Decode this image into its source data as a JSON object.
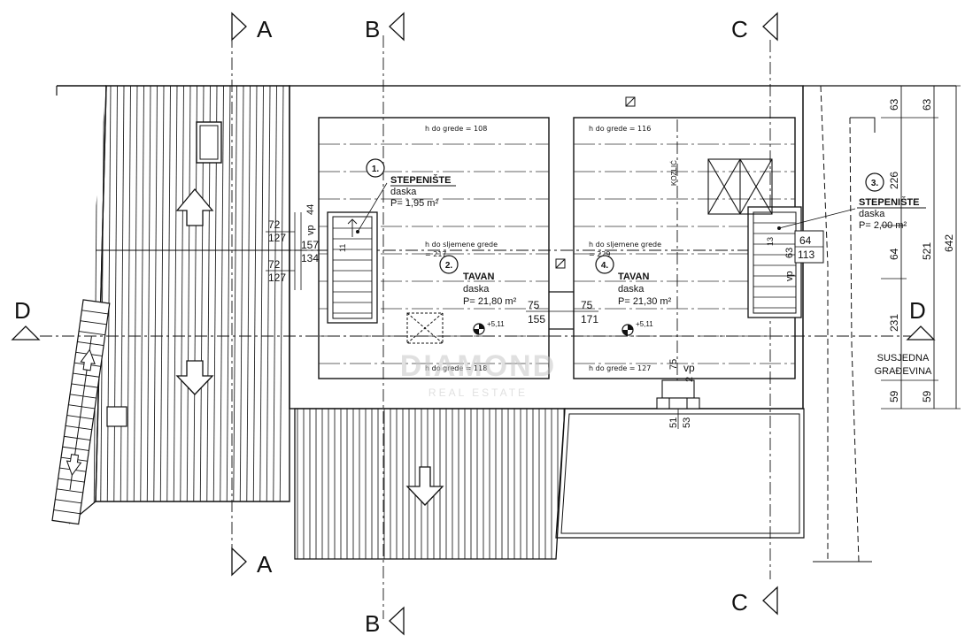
{
  "sections": {
    "a": "A",
    "b": "B",
    "c": "C",
    "d": "D"
  },
  "rooms": [
    {
      "number": "1.",
      "name": "STEPENIŠTE",
      "floor": "daska",
      "area": "P= 1,95 m²"
    },
    {
      "number": "2.",
      "name": "TAVAN",
      "floor": "daska",
      "area": "P= 21,80 m²"
    },
    {
      "number": "3.",
      "name": "STEPENIŠTE",
      "floor": "daska",
      "area": "P= 2,00 m²"
    },
    {
      "number": "4.",
      "name": "TAVAN",
      "floor": "daska",
      "area": "P= 21,30 m²"
    }
  ],
  "beam_heights": {
    "left_top": "h  do grede  =  108",
    "right_top": "h  do grede  =  116",
    "left_ridge_1": "h  do sljemene grede",
    "left_ridge_2": "=  217",
    "right_ridge_1": "h  do sljemene grede",
    "right_ridge_2": "=  229",
    "left_bottom": "h  do grede  =  118",
    "right_bottom": "h  do grede  =  127"
  },
  "levels": {
    "left": "+5,11",
    "right": "+5,11"
  },
  "labels": {
    "kozlic": "KOZLIĆ",
    "neighbor_1": "SUSJEDNA",
    "neighbor_2": "GRAĐEVINA",
    "vp": "vp",
    "watermark_1": "DIAMOND",
    "watermark_2": "REAL ESTATE"
  },
  "dimensions": {
    "left_72a": "72",
    "left_127a": "127",
    "left_157": "157",
    "left_134": "134",
    "left_72b": "72",
    "left_127b": "127",
    "left_44": "44",
    "left_vp": "vp",
    "stair_11": "11",
    "mid_75a": "75",
    "mid_155": "155",
    "mid_75b": "75",
    "mid_171": "171",
    "right_64": "64",
    "right_113": "113",
    "stair_13": "13",
    "stair_63": "63",
    "stair_vp": "vp",
    "bottom_75": "75",
    "bottom_2": "2",
    "bottom_vp": "vp",
    "bottom_51": "51",
    "bottom_53": "53",
    "col1": [
      "63",
      "226",
      "64",
      "231",
      "59"
    ],
    "col2": [
      "63",
      "521",
      "59"
    ],
    "total": "642"
  }
}
